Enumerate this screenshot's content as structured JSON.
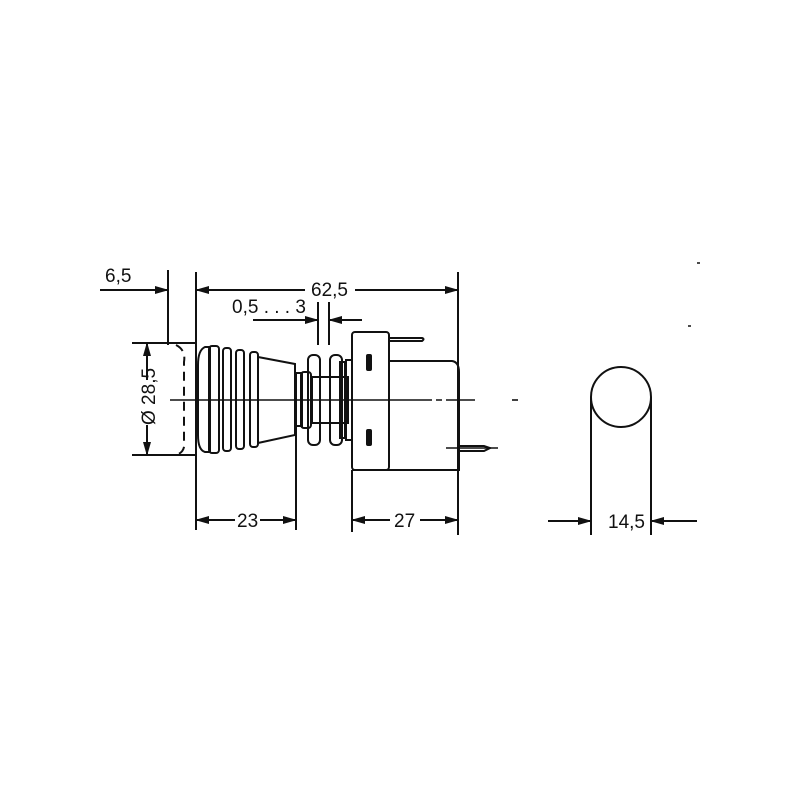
{
  "drawing": {
    "title": "Push button switch dimension drawing",
    "background": "#ffffff",
    "line_color": "#111111",
    "dimensions": {
      "flange_thickness": "6,5",
      "overall_length": "62,5",
      "panel_thickness_range": "0,5 . . . 3",
      "diameter": "Ø 28,5",
      "front_length": "23",
      "rear_length": "27",
      "side_width": "14,5"
    },
    "views": [
      "side-view",
      "end-view"
    ]
  }
}
